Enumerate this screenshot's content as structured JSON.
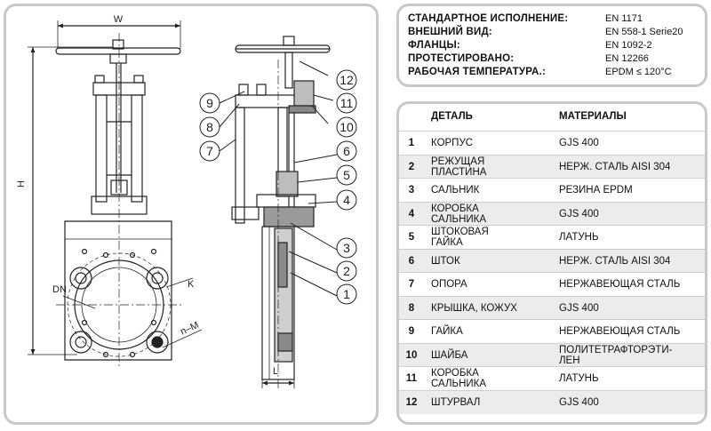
{
  "drawing": {
    "dims": {
      "w": "W",
      "h": "H",
      "dn": "DN",
      "k": "K",
      "nm": "n–M",
      "l": "L"
    },
    "callouts": [
      "1",
      "2",
      "3",
      "4",
      "5",
      "6",
      "7",
      "8",
      "9",
      "10",
      "11",
      "12"
    ]
  },
  "standards": [
    {
      "label": "СТАНДАРТНОЕ ИСПОЛНЕНИЕ:",
      "value": "EN 1171"
    },
    {
      "label": "ВНЕШНИЙ ВИД:",
      "value": "EN 558-1 Serie20"
    },
    {
      "label": "ФЛАНЦЫ:",
      "value": "EN 1092-2"
    },
    {
      "label": "ПРОТЕСТИРОВАНО:",
      "value": "EN 12266"
    },
    {
      "label": "РАБОЧАЯ ТЕМПЕРАТУРА.:",
      "value": "EPDM ≤ 120°C"
    }
  ],
  "parts_table": {
    "headers": {
      "part": "ДЕТАЛЬ",
      "material": "МАТЕРИАЛЫ"
    },
    "rows": [
      {
        "num": "1",
        "part": "КОРПУС",
        "material": "GJS 400"
      },
      {
        "num": "2",
        "part": "РЕЖУЩАЯ ПЛАСТИНА",
        "material": "НЕРЖ. СТАЛЬ AISI 304"
      },
      {
        "num": "3",
        "part": "САЛЬНИК",
        "material": "РЕЗИНА EPDM"
      },
      {
        "num": "4",
        "part": "КОРОБКА САЛЬНИКА",
        "material": "GJS 400"
      },
      {
        "num": "5",
        "part": "ШТОКОВАЯ ГАЙКА",
        "material": "ЛАТУНЬ"
      },
      {
        "num": "6",
        "part": "ШТОК",
        "material": "НЕРЖ. СТАЛЬ AISI 304"
      },
      {
        "num": "7",
        "part": "ОПОРА",
        "material": "НЕРЖАВЕЮЩАЯ СТАЛЬ"
      },
      {
        "num": "8",
        "part": "КРЫШКА, КОЖУХ",
        "material": "GJS 400"
      },
      {
        "num": "9",
        "part": "ГАЙКА",
        "material": "НЕРЖАВЕЮЩАЯ СТАЛЬ"
      },
      {
        "num": "10",
        "part": "ШАЙБА",
        "material": "ПОЛИТЕТРАФТОРЭТИ-ЛЕН"
      },
      {
        "num": "11",
        "part": "КОРОБКА САЛЬНИКА",
        "material": "ЛАТУНЬ"
      },
      {
        "num": "12",
        "part": "ШТУРВАЛ",
        "material": "GJS 400"
      }
    ]
  }
}
